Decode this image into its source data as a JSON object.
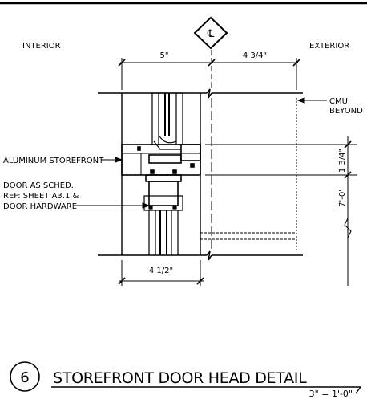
{
  "labels": {
    "interior": "INTERIOR",
    "exterior": "EXTERIOR",
    "centerline": "℄",
    "cmu_line1": "CMU",
    "cmu_line2": "BEYOND",
    "aluminum_storefront": "ALUMINUM STOREFRONT",
    "door_line1": "DOOR AS SCHED.",
    "door_line2": "REF: SHEET A3.1 &",
    "door_line3": "DOOR HARDWARE"
  },
  "dimensions": {
    "interior_width": "5\"",
    "exterior_width": "4 3/4\"",
    "bottom_width": "4 1/2\"",
    "head_height": "1 3/4\"",
    "door_height": "7'-0\""
  },
  "title_block": {
    "detail_number": "6",
    "title": "STOREFRONT DOOR HEAD DETAIL",
    "scale": "3\" = 1'-0\""
  }
}
